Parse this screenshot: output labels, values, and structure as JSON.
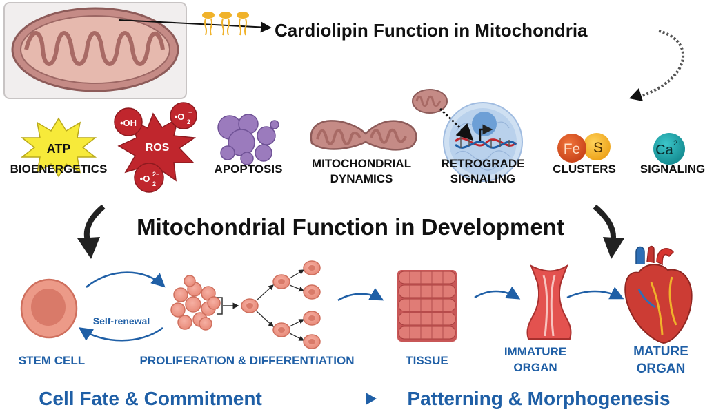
{
  "colors": {
    "dark_blue": "#1f5fa6",
    "pink_cell": "#f08a8a",
    "ros_red": "#c0262d",
    "atp_yellow": "#f7ea3a",
    "apoptosis_purple": "#9b7bbd",
    "mito_brown": "#b98a7e",
    "fe_orange": "#d9531e",
    "s_yellow": "#f5b62a",
    "ca_teal": "#1fa3a8"
  },
  "title_top": "Cardiolipin Function in Mitochondria",
  "processes": {
    "atp_badge": "ATP",
    "atp_label": "BIOENERGETICS",
    "ros_center": "ROS",
    "ros_oh": "•OH",
    "ros_o2_top": "•O",
    "ros_o2_top_sup": "−",
    "ros_o2_top_sub": "2",
    "ros_o2_bot": "•O",
    "ros_o2_bot_sup": "2−",
    "ros_o2_bot_sub": "2",
    "apoptosis": "APOPTOSIS",
    "dynamics_l1": "MITOCHONDRIAL",
    "dynamics_l2": "DYNAMICS",
    "retro_l1": "RETROGRADE",
    "retro_l2": "SIGNALING",
    "fe": "Fe",
    "s": "S",
    "clusters": "CLUSTERS",
    "ca": "Ca",
    "ca_sup": "2+",
    "signaling": "SIGNALING"
  },
  "title_mid": "Mitochondrial Function in Development",
  "development": {
    "self_renewal": "Self-renewal",
    "stem_cell": "STEM CELL",
    "prolif": "PROLIFERATION & DIFFERENTIATION",
    "tissue": "TISSUE",
    "immature_l1": "IMMATURE",
    "immature_l2": "ORGAN",
    "mature_l1": "MATURE",
    "mature_l2": "ORGAN"
  },
  "bottom": {
    "left": "Cell Fate & Commitment",
    "right": "Patterning & Morphogenesis"
  }
}
